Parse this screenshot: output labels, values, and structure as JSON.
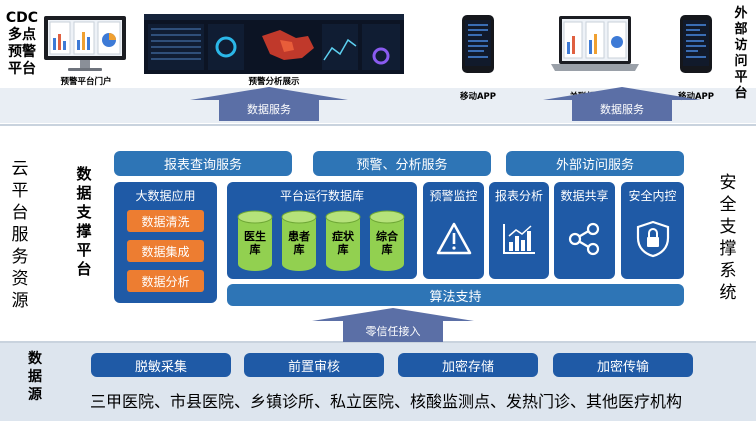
{
  "top": {
    "left_label": "CDC多点预警平台",
    "right_label": "外部访问平台",
    "devices": [
      {
        "caption": "预警平台门户"
      },
      {
        "caption": "预警分析展示"
      },
      {
        "caption": "移动APP"
      },
      {
        "caption": "关联机构服务"
      },
      {
        "caption": "移动APP"
      }
    ],
    "arrow_left": "数据服务",
    "arrow_right": "数据服务"
  },
  "middle": {
    "left_label": "云平台服务资源",
    "center_label": "数据支撑平台",
    "right_label": "安全支撑系统",
    "services": [
      "报表查询服务",
      "预警、分析服务",
      "外部访问服务"
    ],
    "bigdata": {
      "title": "大数据应用",
      "items": [
        "数据清洗",
        "数据集成",
        "数据分析"
      ]
    },
    "db_panel": {
      "title": "平台运行数据库",
      "dbs": [
        "医生库",
        "患者库",
        "症状库",
        "综合库"
      ]
    },
    "modules": [
      {
        "title": "预警监控",
        "icon": "warning-icon"
      },
      {
        "title": "报表分析",
        "icon": "bar-chart-icon"
      },
      {
        "title": "数据共享",
        "icon": "share-icon"
      },
      {
        "title": "安全内控",
        "icon": "shield-lock-icon"
      }
    ],
    "algorithm": "算法支持",
    "arrow_bottom": "零信任接入"
  },
  "bottom": {
    "left_label": "数据源",
    "steps": [
      "脱敏采集",
      "前置审核",
      "加密存储",
      "加密传输"
    ],
    "sources": "三甲医院、市县医院、乡镇诊所、私立医院、核酸监测点、发热门诊、其他医疗机构"
  },
  "colors": {
    "band": "#dde5ee",
    "bar": "#2e75b6",
    "panel": "#1f5aa6",
    "orange": "#ed7d31",
    "cylinder": "#92d050",
    "arrow": "#5b6fa6"
  }
}
